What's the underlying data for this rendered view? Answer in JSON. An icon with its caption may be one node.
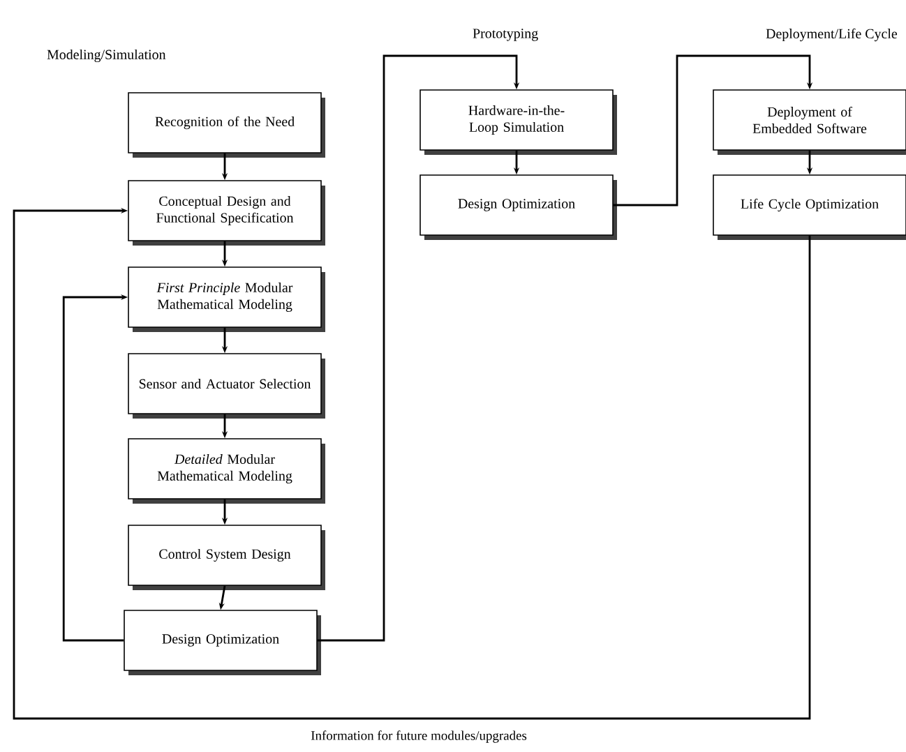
{
  "diagram": {
    "nodes": [
      {
        "text": [
          "Recognition of the Need"
        ]
      },
      {
        "text": [
          "Conceptual Design and Functional Specification"
        ]
      },
      {
        "text": [
          "*First Principle* Modular Mathematical Modeling"
        ]
      },
      {
        "text": [
          "Sensor and Actuator Selection"
        ]
      },
      {
        "text": [
          "*Detailed* Modular Mathematical Modeling"
        ]
      },
      {
        "text": [
          "Control System Design"
        ]
      },
      {
        "text": [
          "Design Optimization"
        ]
      },
      {
        "text": [
          "Hardware-in-the-Loop Simulation"
        ]
      },
      {
        "text": [
          "Design Optimization"
        ]
      },
      {
        "text": [
          "Deployment of Embedded Software"
        ]
      },
      {
        "text": [
          "Life Cycle Optimization"
        ]
      }
    ],
    "edges": [
      {
        "from": 0,
        "to": 1,
        "arrow": "to"
      },
      {
        "from": 1,
        "to": 2,
        "arrow": "to"
      },
      {
        "from": 2,
        "to": 3,
        "arrow": "to"
      },
      {
        "from": 3,
        "to": 4,
        "arrow": "to"
      },
      {
        "from": 4,
        "to": 5,
        "arrow": "to"
      },
      {
        "from": 5,
        "to": 6,
        "arrow": "to"
      },
      {
        "from": 6,
        "to": 2,
        "arrow": "to"
      },
      {
        "from": 6,
        "to": 7,
        "arrow": "to"
      },
      {
        "from": 7,
        "to": 8,
        "arrow": "to"
      },
      {
        "from": 8,
        "to": 9,
        "arrow": "to"
      },
      {
        "from": 9,
        "to": 10,
        "arrow": "to"
      },
      {
        "from": 10,
        "to": 1,
        "arrow": "to",
        "label": "Information for future modules/upgrades"
      }
    ],
    "labels": [
      "Modeling/Simulation",
      "Prototyping",
      "Deployment/Life Cycle"
    ]
  }
}
